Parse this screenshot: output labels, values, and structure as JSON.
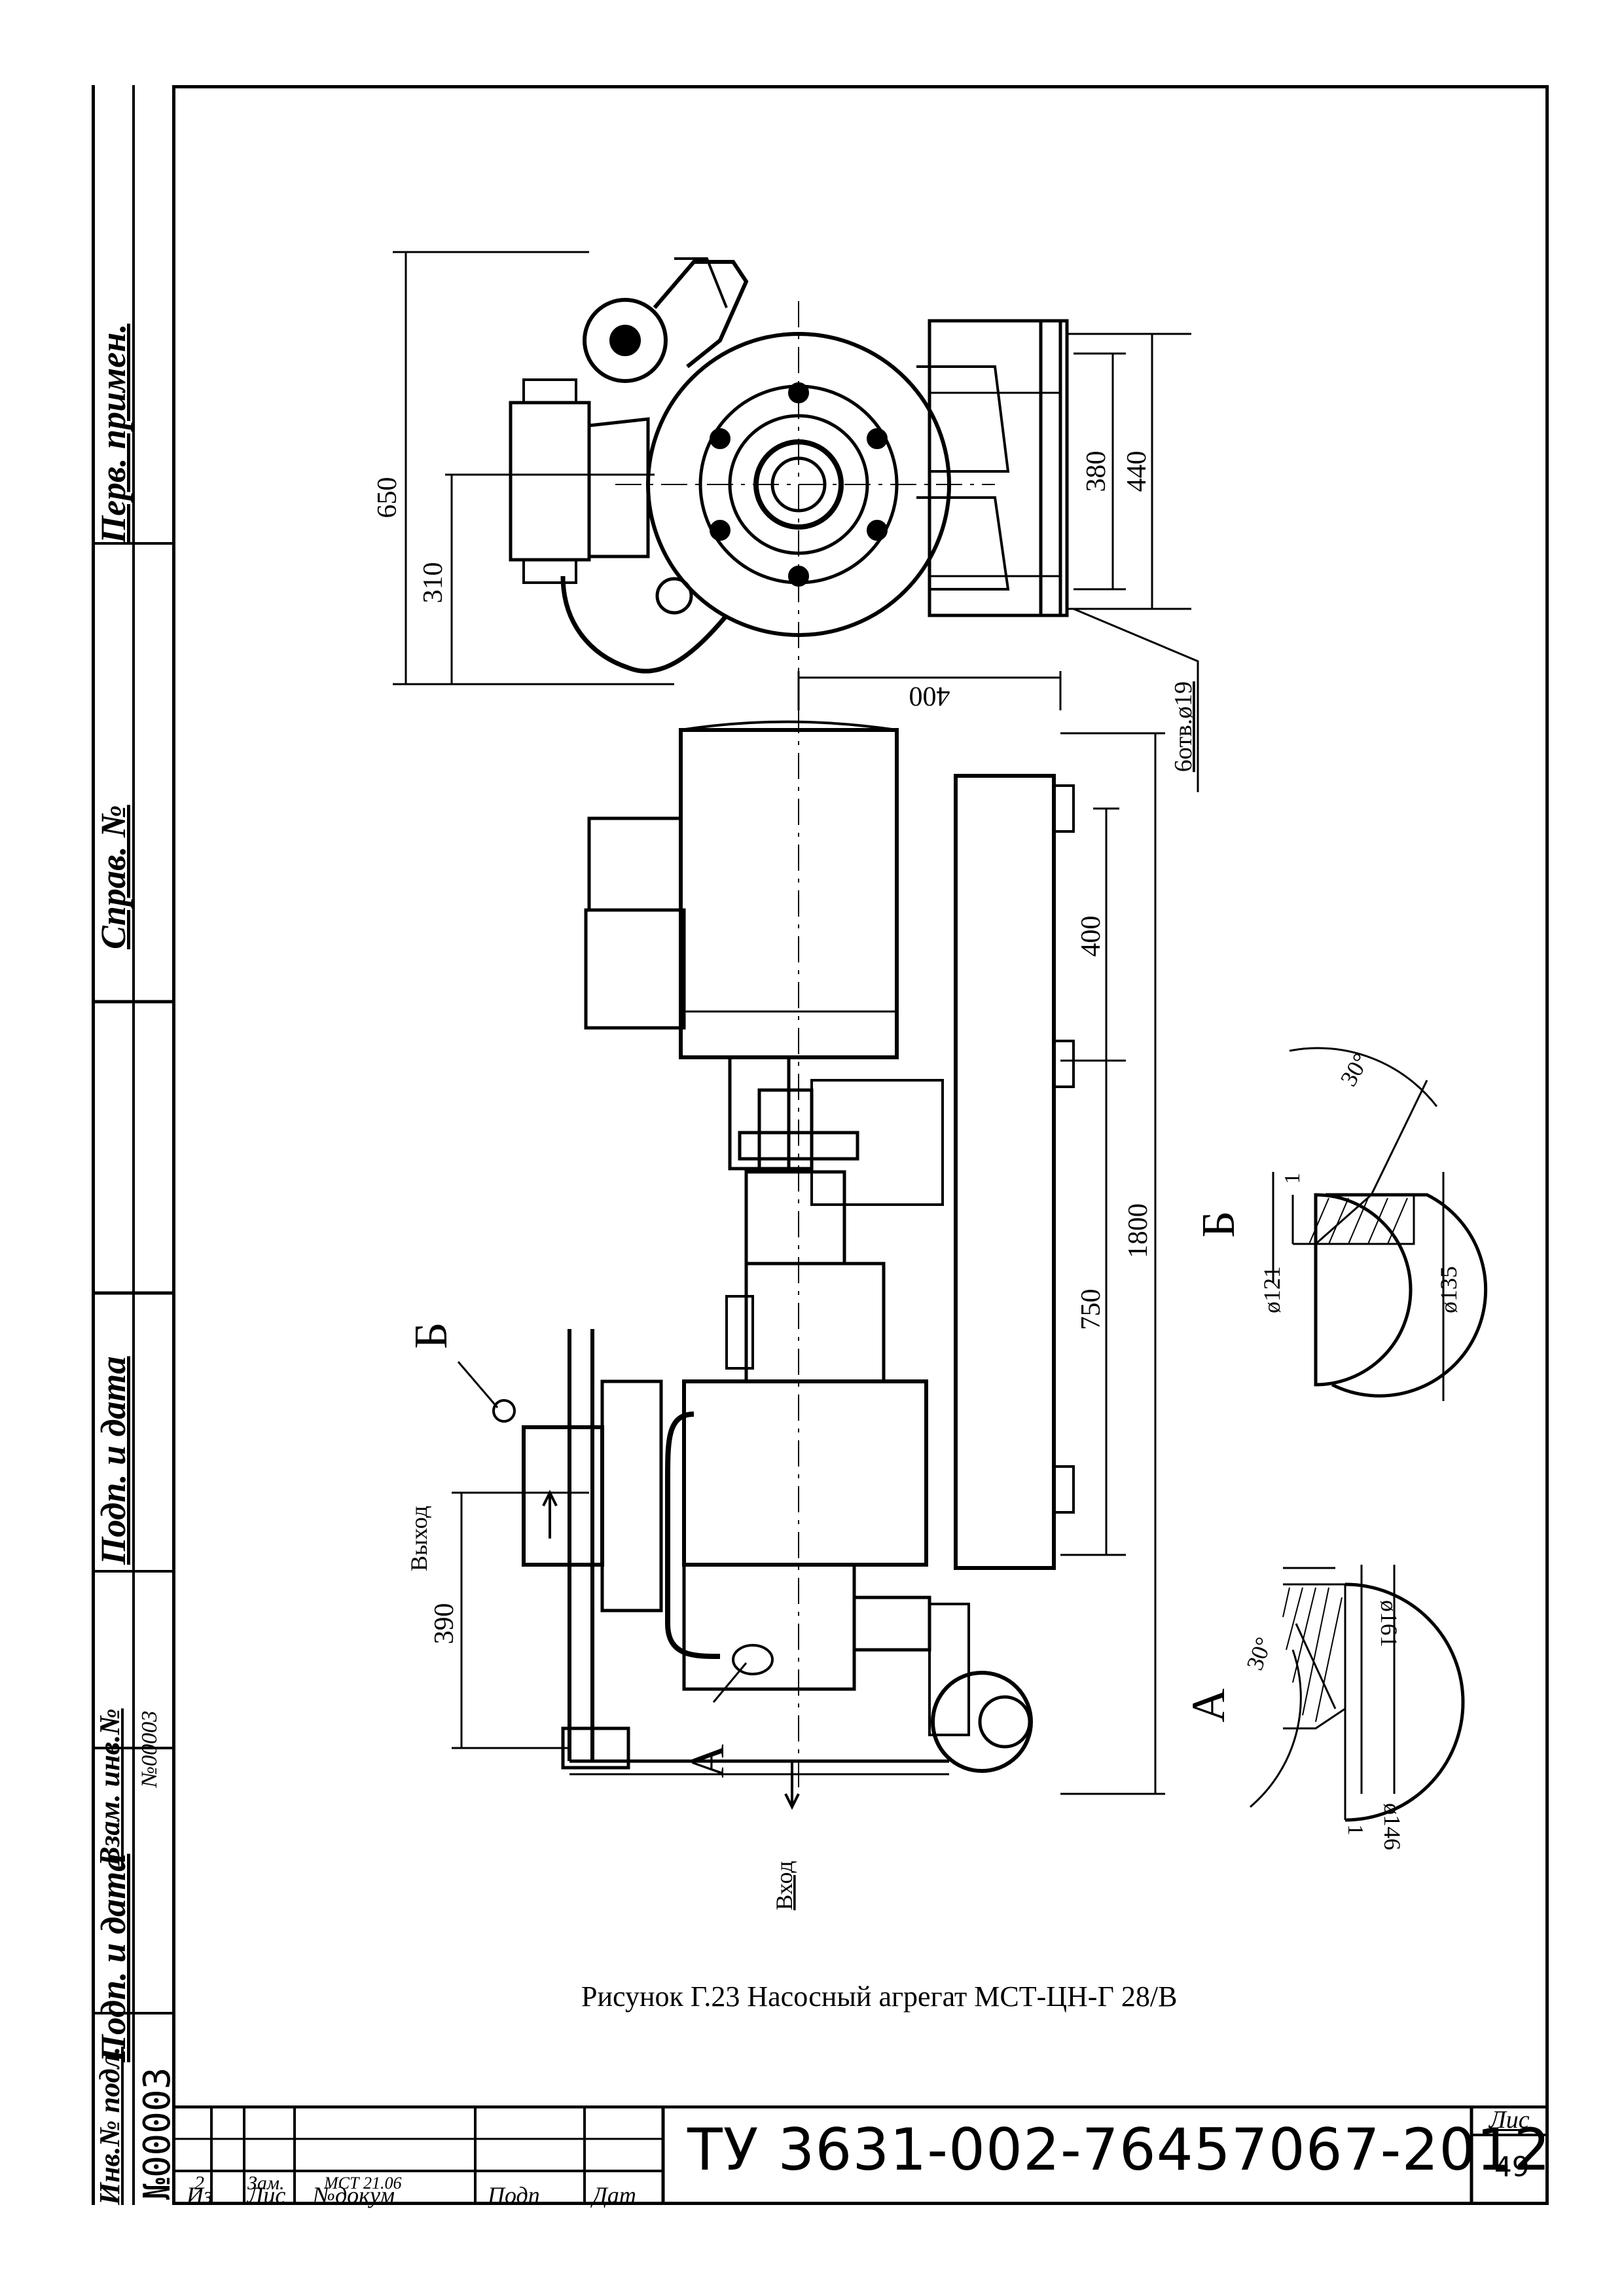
{
  "sidebar": {
    "perv_primen": "Перв. примен.",
    "sprav_no": "Справ. №",
    "podp_data_top": "Подп. и дата",
    "vzam_inv": "Взам. инв.№",
    "vzam_inv_value": "№00003",
    "podp_data_bottom": "Подп. и дата",
    "inv_podl": "Инв.№ подл.",
    "inv_podl_value": "№00003"
  },
  "drawing": {
    "view_top_dims": {
      "d650": "650",
      "d310": "310",
      "d380": "380",
      "d440": "440",
      "d400": "400",
      "holes": "6отв.ø19"
    },
    "main_dims": {
      "d400": "400",
      "d1800": "1800",
      "d750": "750",
      "d390": "390"
    },
    "labels": {
      "out": "Выход",
      "in": "Вход",
      "b": "Б",
      "a": "А"
    },
    "detail_b": {
      "letter": "Б",
      "d121": "ø121",
      "d135": "ø135",
      "angle": "30°",
      "gap": "1"
    },
    "detail_a": {
      "letter": "А",
      "d161": "ø161",
      "d146": "ø146",
      "angle": "30°",
      "gap": "1"
    }
  },
  "caption": "Рисунок Г.23 Насосный агрегат МСТ-ЦН-Г 28/В",
  "title_block": {
    "rev_num": "2",
    "rev_type": "Зам.",
    "rev_doc": "МСТ 21.06",
    "col_iz": "Из",
    "col_lis": "Лис",
    "col_nodok": "№докум",
    "col_podp": "Подп",
    "col_dat": "Дат",
    "doc_code": "ТУ 3631-002-76457067-2012",
    "sheet_label": "Лис",
    "sheet_num": "49"
  }
}
